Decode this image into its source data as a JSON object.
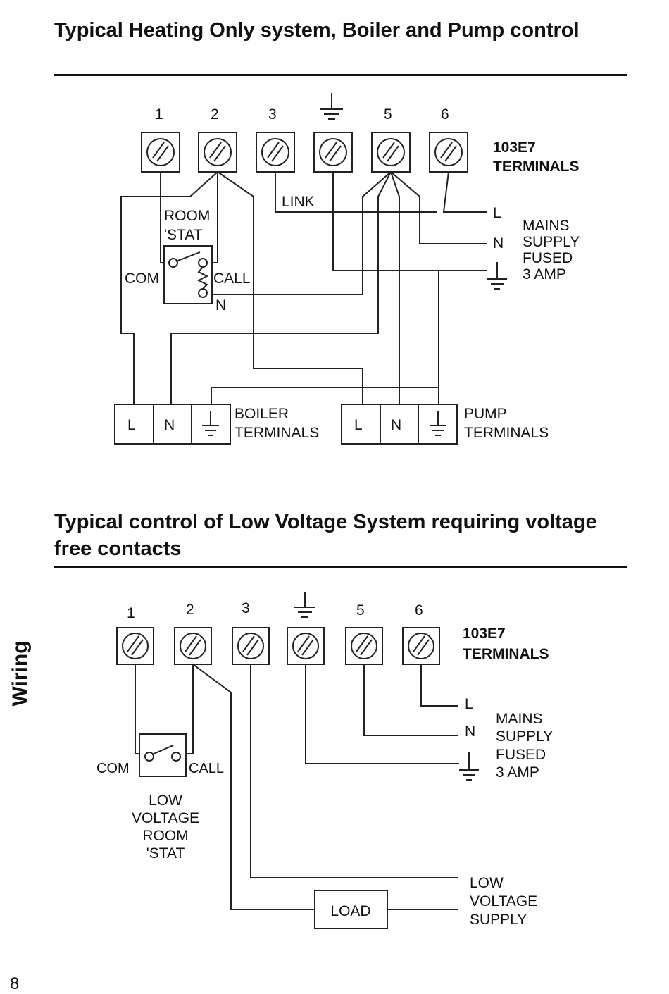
{
  "sections": [
    {
      "title": "Typical Heating Only system, Boiler and Pump control",
      "terminal_numbers": [
        "1",
        "2",
        "3",
        "",
        "5",
        "6"
      ],
      "device_label": [
        "103E7",
        "TERMINALS"
      ],
      "link_label": "LINK",
      "stat_label": [
        "ROOM",
        "'STAT"
      ],
      "com_label": "COM",
      "call_label": "CALL",
      "stat_n_label": "N",
      "mains_l": "L",
      "mains_n": "N",
      "mains_text": [
        "MAINS",
        "SUPPLY",
        "FUSED",
        "3 AMP"
      ],
      "boiler_cells": [
        "L",
        "N"
      ],
      "boiler_label": [
        "BOILER",
        "TERMINALS"
      ],
      "pump_cells": [
        "L",
        "N"
      ],
      "pump_label": [
        "PUMP",
        "TERMINALS"
      ]
    },
    {
      "title": "Typical control of Low Voltage System requiring voltage free contacts",
      "terminal_numbers": [
        "1",
        "2",
        "3",
        "",
        "5",
        "6"
      ],
      "device_label": [
        "103E7",
        "TERMINALS"
      ],
      "com_label": "COM",
      "call_label": "CALL",
      "stat_label": [
        "LOW",
        "VOLTAGE",
        "ROOM",
        "'STAT"
      ],
      "mains_l": "L",
      "mains_n": "N",
      "mains_text": [
        "MAINS",
        "SUPPLY",
        "FUSED",
        "3 AMP"
      ],
      "load_label": "LOAD",
      "supply_label": [
        "LOW",
        "VOLTAGE",
        "SUPPLY"
      ]
    }
  ],
  "side_tab": "Wiring",
  "page_number": "8"
}
